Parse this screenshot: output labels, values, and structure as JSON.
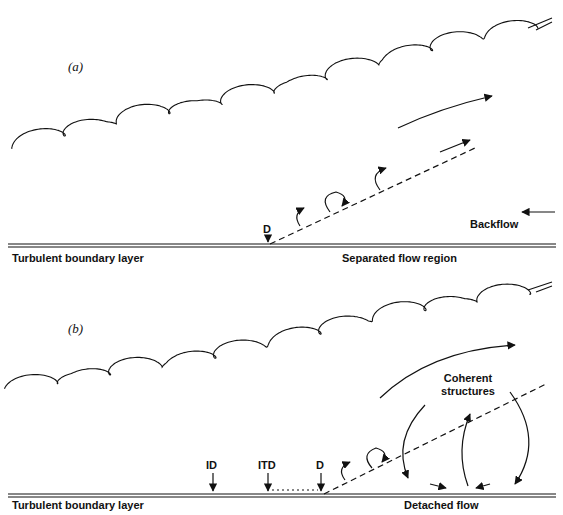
{
  "diagram": {
    "labels": [
      "(a)",
      "D",
      "Backflow",
      "Turbulent boundary layer",
      "Separated flow region",
      "(b)",
      "ID",
      "ITD",
      "D",
      "Coherent structures",
      "Turbulent boundary layer",
      "Detached flow"
    ]
  }
}
